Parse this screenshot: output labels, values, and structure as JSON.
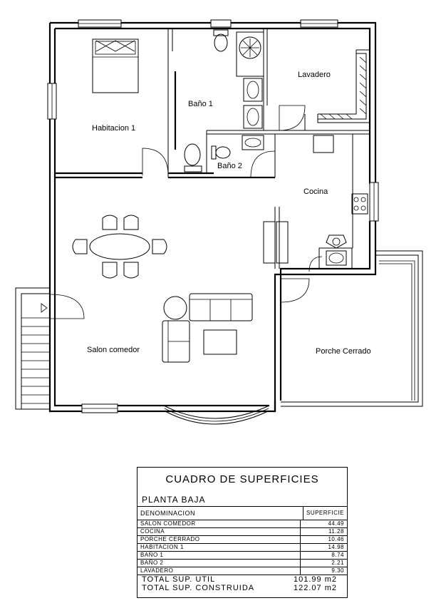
{
  "rooms": {
    "habitacion": "Habitacion 1",
    "bano1": "Baño 1",
    "bano2": "Baño 2",
    "lavadero": "Lavadero",
    "cocina": "Cocina",
    "salon": "Salon comedor",
    "porche": "Porche Cerrado"
  },
  "table": {
    "title": "CUADRO DE SUPERFICIES",
    "subtitle": "PLANTA BAJA",
    "col_name": "DENOMINACION",
    "col_area": "SUPERFICIE",
    "rows": [
      {
        "name": "SALON  COMEDOR",
        "area": "44.49"
      },
      {
        "name": "COCINA",
        "area": "11.28"
      },
      {
        "name": "PORCHE  CERRADO",
        "area": "10.46"
      },
      {
        "name": "HABITACION  1",
        "area": "14.98"
      },
      {
        "name": "BAÑO  1",
        "area": "8.74"
      },
      {
        "name": "BAÑO  2",
        "area": "2.21"
      },
      {
        "name": "LAVADERO",
        "area": "9.30"
      }
    ],
    "total_util_label": "TOTAL  SUP.  UTIL",
    "total_util_value": "101.99  m2",
    "total_const_label": "TOTAL  SUP.  CONSTRUIDA",
    "total_const_value": "122.07  m2"
  }
}
